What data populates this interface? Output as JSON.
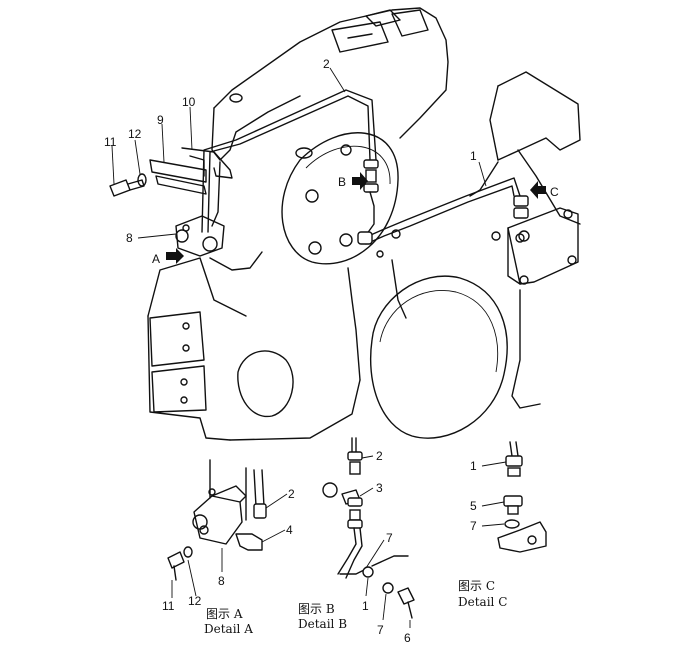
{
  "callouts": {
    "main": [
      "1",
      "2",
      "8",
      "9",
      "10",
      "11",
      "12"
    ],
    "views": [
      "A",
      "B",
      "C"
    ]
  },
  "details": {
    "a": {
      "caption_cn": "图示 A",
      "caption_en": "Detail A",
      "labels": [
        "2",
        "4",
        "8",
        "11",
        "12"
      ]
    },
    "b": {
      "caption_cn": "图示 B",
      "caption_en": "Detail B",
      "labels": [
        "2",
        "3",
        "7",
        "1",
        "7",
        "6"
      ]
    },
    "c": {
      "caption_cn": "图示 C",
      "caption_en": "Detail C",
      "labels": [
        "1",
        "5",
        "7"
      ]
    }
  }
}
